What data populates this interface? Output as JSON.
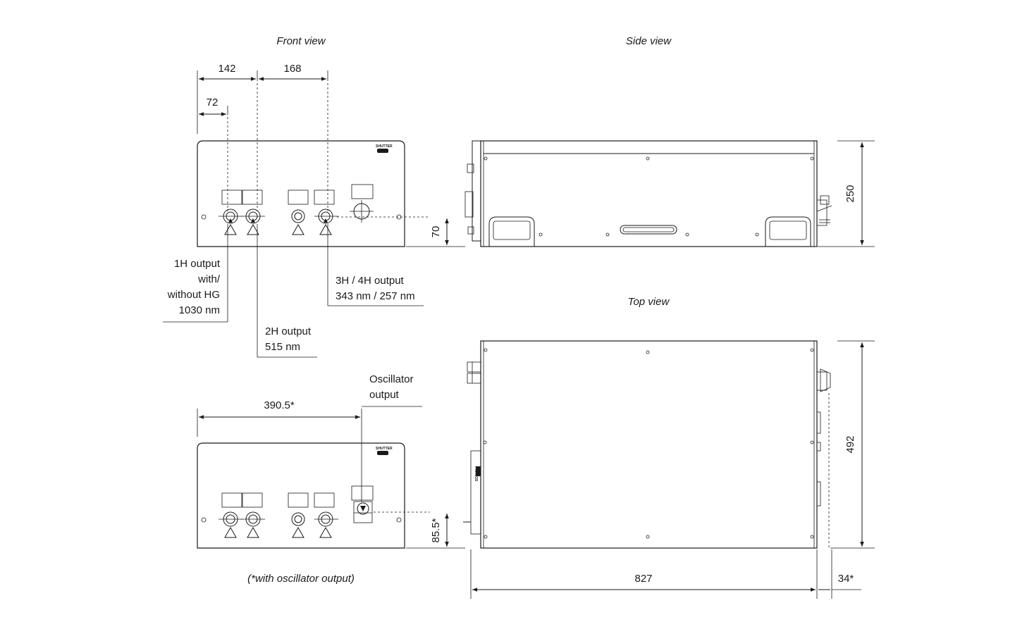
{
  "views": {
    "front": "Front view",
    "side": "Side view",
    "top": "Top view",
    "footnote": "(*with oscillator output)"
  },
  "dimensions": {
    "d142": "142",
    "d168": "168",
    "d72": "72",
    "d70": "70",
    "d250": "250",
    "d3905": "390.5*",
    "d855": "85.5*",
    "d492": "492",
    "d827": "827",
    "d34": "34*"
  },
  "callouts": {
    "h1": [
      "1H output",
      "with/",
      "without HG",
      "1030 nm"
    ],
    "h2": [
      "2H output",
      "515 nm"
    ],
    "h34": [
      "3H / 4H output",
      "343 nm / 257 nm"
    ],
    "osc": [
      "Oscillator",
      "output"
    ]
  },
  "panel_labels": {
    "shutter": "SHUTTER",
    "pharos": "PHAROS"
  }
}
